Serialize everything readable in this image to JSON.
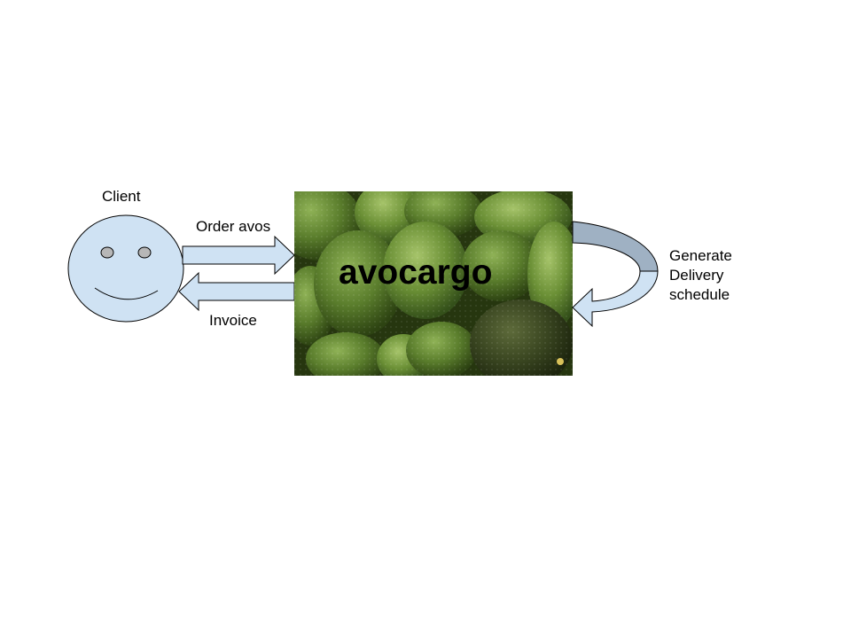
{
  "labels": {
    "client": "Client",
    "order": "Order avos",
    "invoice": "Invoice",
    "generate": [
      "Generate",
      "Delivery",
      "schedule"
    ]
  },
  "center_title": "avocargo",
  "colors": {
    "shape_fill": "#cfe2f3",
    "stroke": "#000000",
    "eye_fill": "#b7b7b7",
    "loop_shade": "#9fb1c3"
  },
  "icons": {
    "client": "smiley-face-icon",
    "center_image": "avocado-photo"
  }
}
